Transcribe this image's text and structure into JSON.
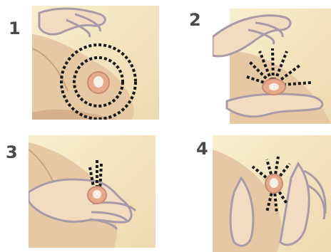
{
  "steps": [
    {
      "number": "1"
    },
    {
      "number": "2"
    },
    {
      "number": "3"
    },
    {
      "number": "4"
    }
  ],
  "colors": {
    "background_light": "#f6eccc",
    "skin": "#e7c8a4",
    "skin_shadow": "#d6b08d",
    "hand_fill": "#f2dcc1",
    "hand_outline": "#a89aa6",
    "areola": "#e6a98c",
    "nipple": "#f7efe3",
    "dotted_line": "#1a1a1a",
    "number_text": "#4a4a4a"
  }
}
